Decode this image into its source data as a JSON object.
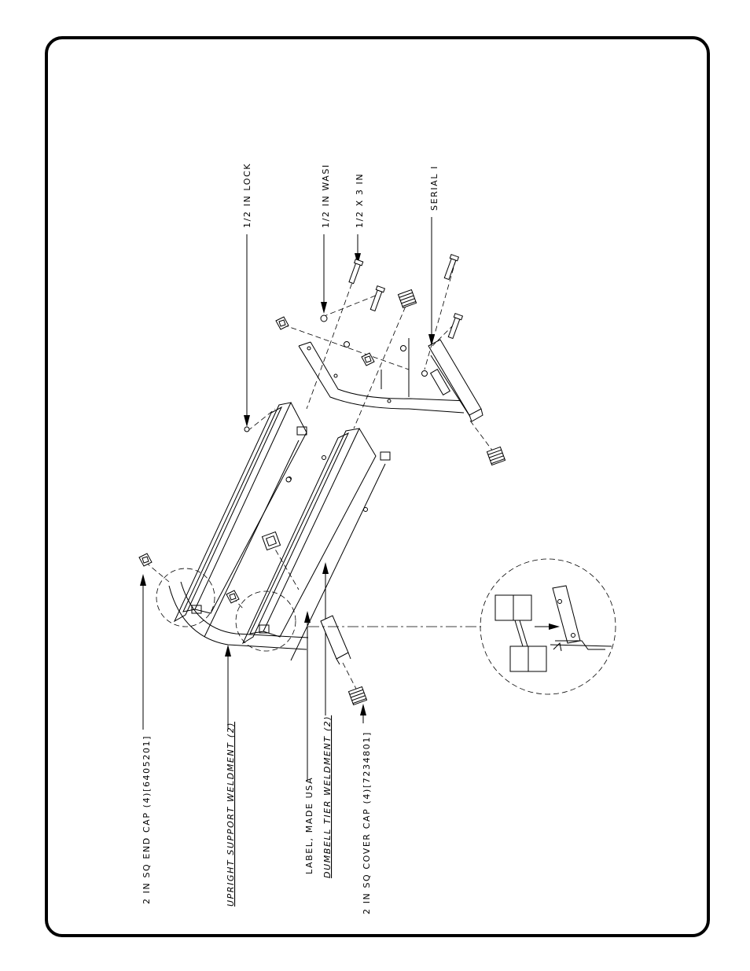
{
  "callouts": {
    "end_cap": "2 IN SQ END CAP (4)[6405201]",
    "upright": "UPRIGHT SUPPORT WELDMENT (2)",
    "label_usa": "LABEL, MADE USA",
    "tier": "DUMBELL TIER WELDMENT (2)",
    "cover_cap": "2 IN SQ COVER CAP (4)[7234801]",
    "lock": "1/2 IN LOCK",
    "washer": "1/2 IN WASI",
    "bolt": "1/2 X 3 IN",
    "serial": "SERIAL I"
  }
}
